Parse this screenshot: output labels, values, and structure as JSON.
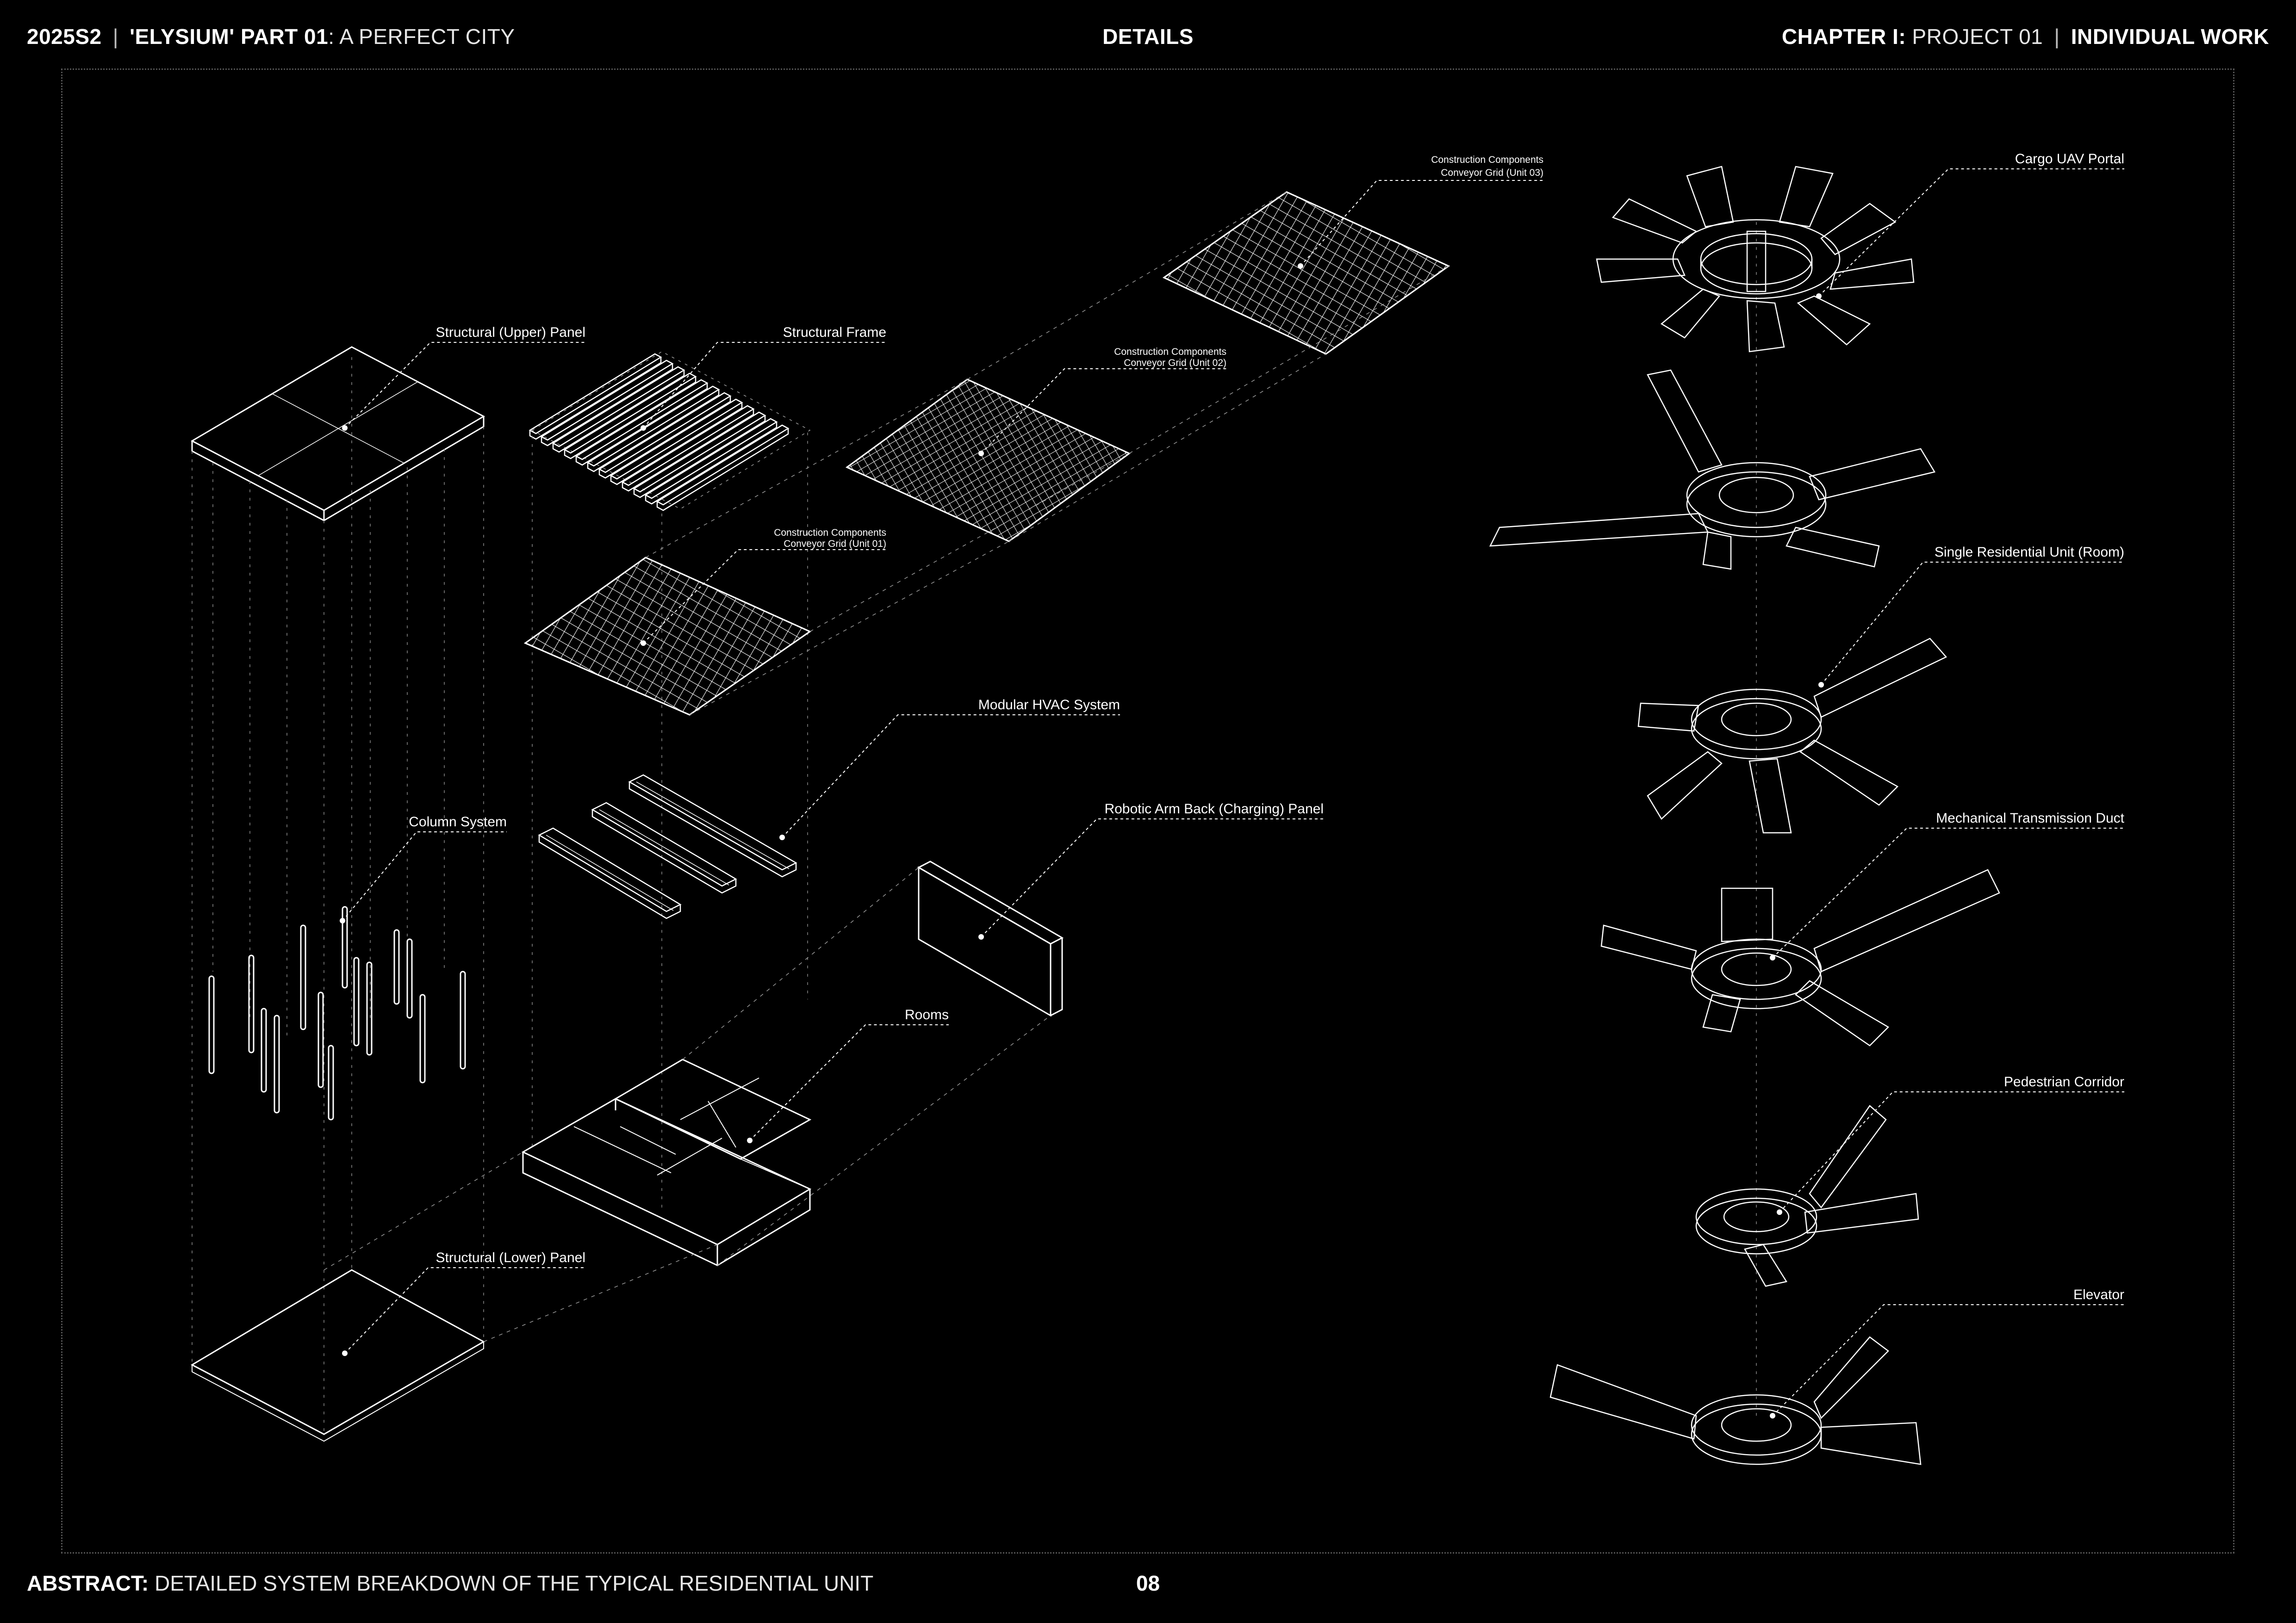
{
  "header": {
    "semester": "2025S2",
    "project_title_bold": "'ELYSIUM' PART 01",
    "project_title_rest": ": A PERFECT CITY",
    "section": "DETAILS",
    "chapter_bold": "CHAPTER I:",
    "chapter_rest": " PROJECT 01",
    "work_type": "INDIVIDUAL WORK"
  },
  "footer": {
    "abstract_label": "ABSTRACT:",
    "abstract_text": " DETAILED SYSTEM BREAKDOWN OF THE TYPICAL RESIDENTIAL UNIT",
    "page_number": "08"
  },
  "labels": {
    "upper_panel": "Structural (Upper) Panel",
    "structural_frame": "Structural Frame",
    "grid_03_line1": "Construction Components",
    "grid_03_line2": "Conveyor Grid (Unit 03)",
    "grid_02_line1": "Construction Components",
    "grid_02_line2": "Conveyor Grid (Unit 02)",
    "grid_01_line1": "Construction Components",
    "grid_01_line2": "Conveyor Grid (Unit 01)",
    "hvac": "Modular HVAC System",
    "column_system": "Column System",
    "robotic_panel": "Robotic Arm Back (Charging) Panel",
    "rooms": "Rooms",
    "lower_panel": "Structural (Lower) Panel",
    "cargo_portal": "Cargo UAV Portal",
    "single_unit": "Single Residential Unit (Room)",
    "transmission_duct": "Mechanical Transmission Duct",
    "pedestrian_corridor": "Pedestrian Corridor",
    "elevator": "Elevator"
  },
  "colors": {
    "background": "#000000",
    "line": "#ffffff",
    "frame": "#555555"
  }
}
